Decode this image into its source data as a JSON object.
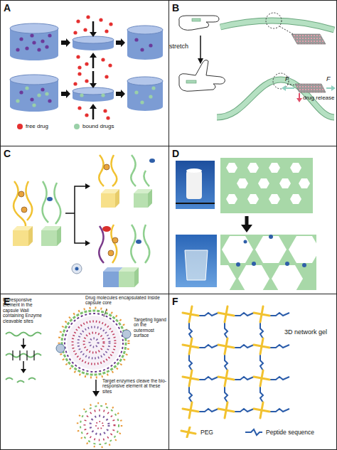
{
  "diagram": {
    "nodes": [
      {
        "text": [
          "A"
        ]
      },
      {
        "text": [
          "B"
        ]
      },
      {
        "text": [
          "C"
        ]
      },
      {
        "text": [
          "D"
        ]
      },
      {
        "text": [
          "E"
        ]
      },
      {
        "text": [
          "F"
        ]
      }
    ],
    "labels": [
      "stretch",
      "F",
      "F",
      "drug release",
      "Bioresponsive Element in the capsule Wall containing Enzyme cleavable sites",
      "Drug molecules encapsulated Inside capsule core",
      "Targeting ligand on the outermost surface",
      "Target enzymes cleave the bio-responsive element at these sites",
      "3D network gel"
    ],
    "legend": [
      {
        "text": "free drug",
        "color": "#e53030"
      },
      {
        "text": "bound drugs",
        "color": "#9ad0a8"
      },
      {
        "text": "PEG"
      },
      {
        "text": "Peptide sequence"
      }
    ]
  }
}
